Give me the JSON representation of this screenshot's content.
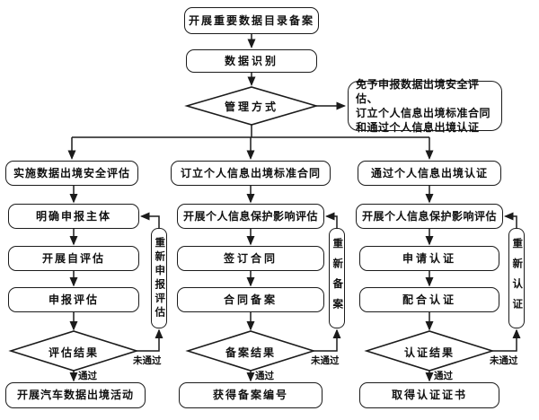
{
  "page": {
    "background": "#ffffff",
    "line_color": "#1b1b1b"
  },
  "flowchart": {
    "top": {
      "step1": "开展重要数据目录备案",
      "step2": "数据识别",
      "decision": "管理方式",
      "exempt_note": "免予申报数据出境安全评估、\n订立个人信息出境标准合同\n和通过个人信息出境认证"
    },
    "branches": [
      {
        "header": "实施数据出境安全评估",
        "step1": "明确申报主体",
        "step2": "开展自评估",
        "step3": "申报评估",
        "decision": "评估结果",
        "pass_label": "通过",
        "fail_label": "未通过",
        "retry_label": "重新申报评估",
        "result": "开展汽车数据出境活动"
      },
      {
        "header": "订立个人信息出境标准合同",
        "step1": "开展个人信息保护影响评估",
        "step2": "签订合同",
        "step3": "合同备案",
        "decision": "备案结果",
        "pass_label": "通过",
        "fail_label": "未通过",
        "retry_label": "重新备案",
        "result": "获得备案编号"
      },
      {
        "header": "通过个人信息出境认证",
        "step1": "开展个人信息保护影响评估",
        "step2": "申请认证",
        "step3": "配合认证",
        "decision": "认证结果",
        "pass_label": "通过",
        "fail_label": "未通过",
        "retry_label": "重新认证",
        "result": "取得认证证书"
      }
    ]
  }
}
